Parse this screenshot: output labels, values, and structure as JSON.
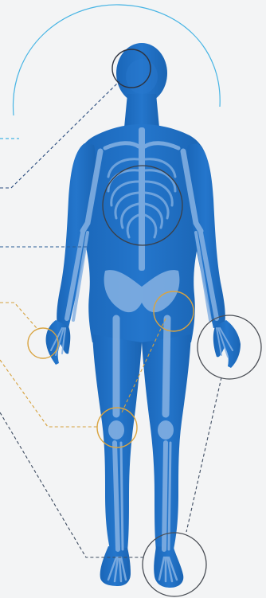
{
  "diagram": {
    "subject": "human-body-skeleton",
    "colors": {
      "background": "#f3f4f5",
      "body_fill": "#1f6fc2",
      "body_shade": "#175ea9",
      "bone_fill": "#6fa0d8",
      "bone_light": "#86b2e3",
      "arc_line": "#46b4e4",
      "callout_dark": "#3d4b60",
      "callout_blue": "#2a5b95",
      "callout_gold": "#d6a23e",
      "ring_dark": "#3b3f47",
      "ring_gold": "#d9a441"
    },
    "callouts": [
      {
        "id": "head",
        "ring_color": "ring_dark",
        "line_color": "callout_dark",
        "line_style": "dashed"
      },
      {
        "id": "chest",
        "ring_color": "ring_dark",
        "line_color": "callout_blue",
        "line_style": "dashed"
      },
      {
        "id": "left-wrist",
        "ring_color": "ring_gold",
        "line_color": "callout_gold",
        "line_style": "dashed"
      },
      {
        "id": "hip",
        "ring_color": "ring_gold",
        "line_color": "callout_gold",
        "line_style": "dashed"
      },
      {
        "id": "knee",
        "ring_color": "ring_gold",
        "line_color": "callout_gold",
        "line_style": "dashed"
      },
      {
        "id": "right-hand",
        "ring_color": "ring_dark",
        "line_color": "callout_dark",
        "line_style": "dashed"
      },
      {
        "id": "foot",
        "ring_color": "ring_dark",
        "line_color": "callout_dark",
        "line_style": "dashed"
      }
    ]
  }
}
